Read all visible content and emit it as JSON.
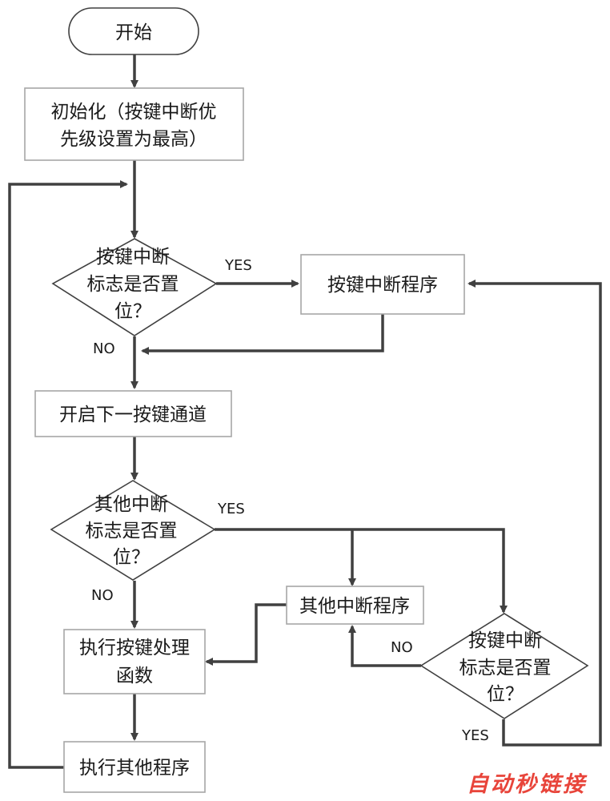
{
  "flowchart": {
    "start": "开始",
    "init": [
      "初始化（按键中断优",
      "先级设置为最高）"
    ],
    "decision_key_int": [
      "按键中断",
      "标志是否置",
      "位？"
    ],
    "key_int_routine": "按键中断程序",
    "open_next_channel": "开启下一按键通道",
    "decision_other_int": [
      "其他中断",
      "标志是否置",
      "位？"
    ],
    "other_int_routine": "其他中断程序",
    "exec_key_handler": [
      "执行按键处理",
      "函数"
    ],
    "decision_key_int_2": [
      "按键中断",
      "标志是否置",
      "位？"
    ],
    "exec_other_program": "执行其他程序"
  },
  "edge_labels": {
    "yes_1": "YES",
    "no_1": "NO",
    "yes_2": "YES",
    "no_2": "NO",
    "no_3": "NO",
    "yes_3": "YES"
  },
  "watermark": "自动秒链接",
  "colors": {
    "node_stroke": "#a6a6a6",
    "arrow": "#404040",
    "text": "#1a1a1a",
    "watermark": "#e8443a"
  }
}
